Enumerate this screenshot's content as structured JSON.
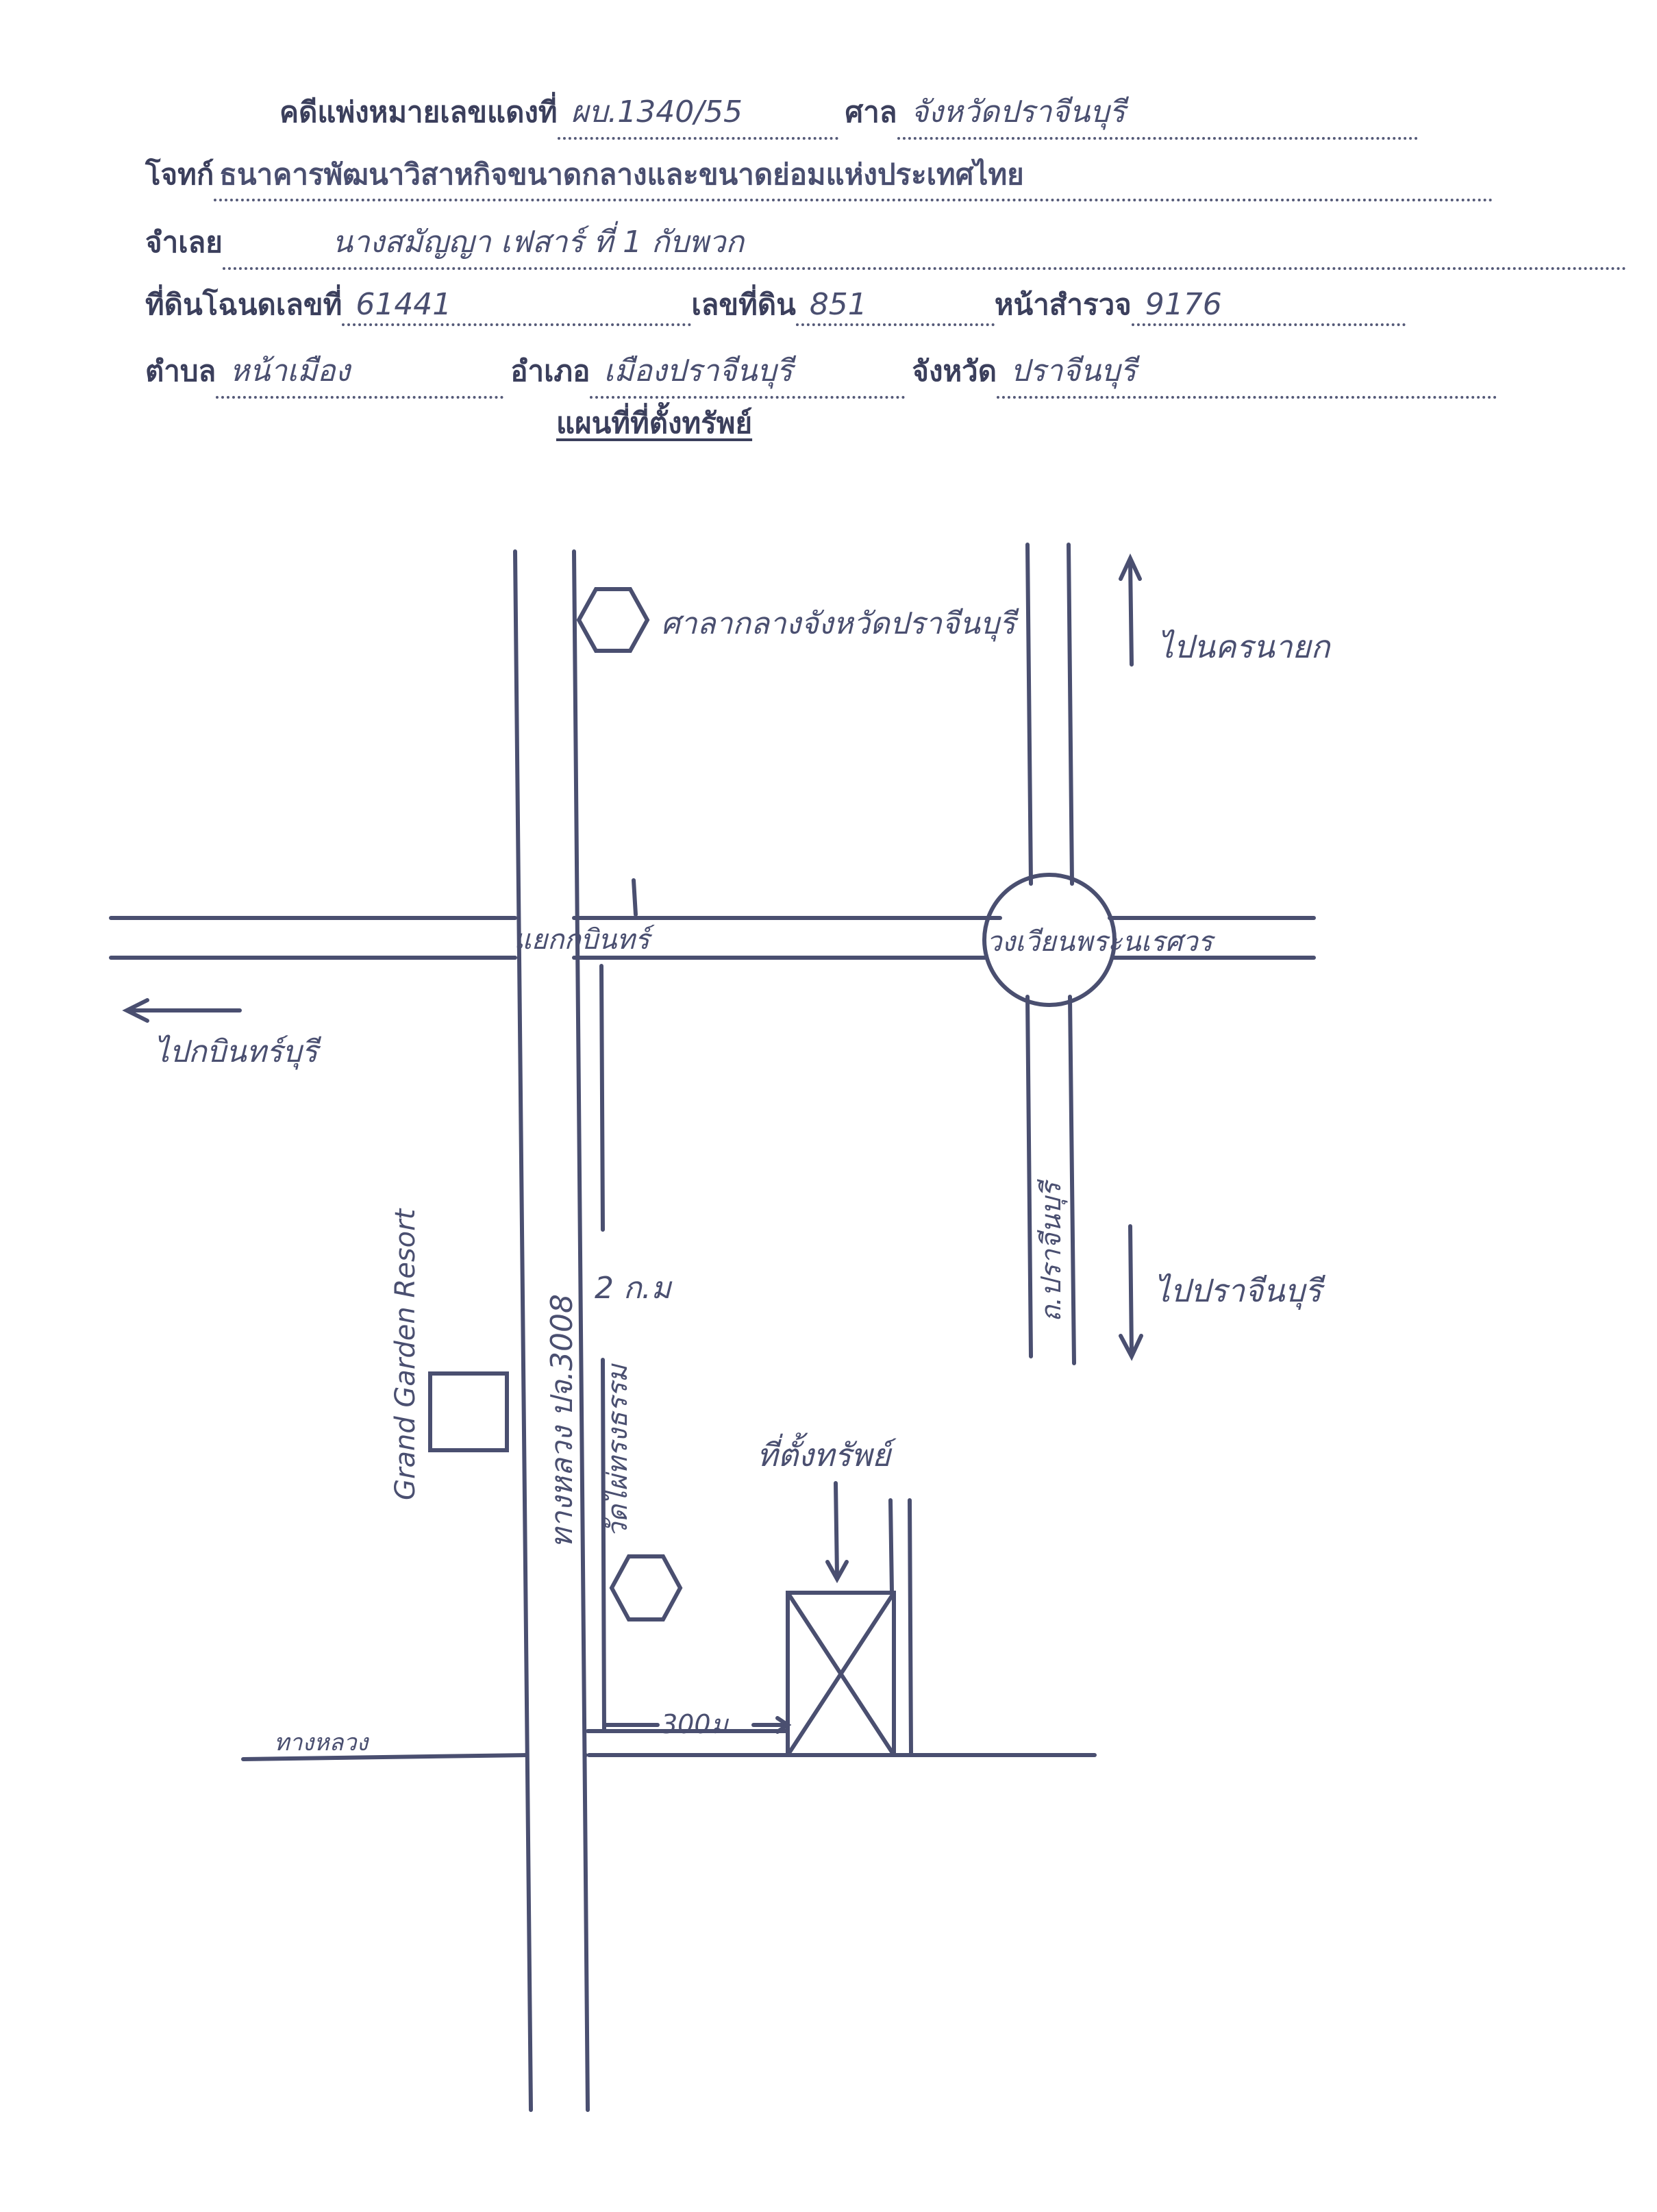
{
  "header": {
    "case_label": "คดีแพ่งหมายเลขแดงที่",
    "case_no": "ผบ.1340/55",
    "court_label": "ศาล",
    "court": "จังหวัดปราจีนบุรี",
    "plaintiff_label": "โจทก์",
    "plaintiff": "ธนาคารพัฒนาวิสาหกิจขนาดกลางและขนาดย่อมแห่งประเทศไทย",
    "defendant_label": "จำเลย",
    "defendant": "นางสมัญญา เฟสาร์ ที่ 1 กับพวก",
    "deed_label": "ที่ดินโฉนดเลขที่",
    "deed_no": "61441",
    "land_no_label": "เลขที่ดิน",
    "land_no": "851",
    "survey_label": "หน้าสำรวจ",
    "survey_no": "9176",
    "subdistrict_label": "ตำบล",
    "subdistrict": "หน้าเมือง",
    "district_label": "อำเภอ",
    "district": "เมืองปราจีนบุรี",
    "province_label": "จังหวัด",
    "province": "ปราจีนบุรี"
  },
  "map": {
    "title": "แผนที่ที่ตั้งทรัพย์",
    "labels": {
      "city_hall": "ศาลากลางจังหวัดปราจีนบุรี",
      "to_nakhon_nayok": "ไปนครนายก",
      "intersection_left": "แยกกบินทร์",
      "roundabout": "วงเวียนพระนเรศวร",
      "to_kabin": "ไปกบินทร์บุรี",
      "road_right": "ถ.ปราจีนบุรี",
      "to_prachinburi": "ไปปราจีนบุรี",
      "resort": "Grand Garden Resort",
      "highway": "ทางหลวง ปจ.3008",
      "distance_km": "2 ก.ม",
      "temple": "วัดไผ่ทรงธรรม",
      "property_label": "ที่ตั้งทรัพย์",
      "distance_m": "300ม",
      "bottom_left": "ทางหลวง"
    }
  }
}
